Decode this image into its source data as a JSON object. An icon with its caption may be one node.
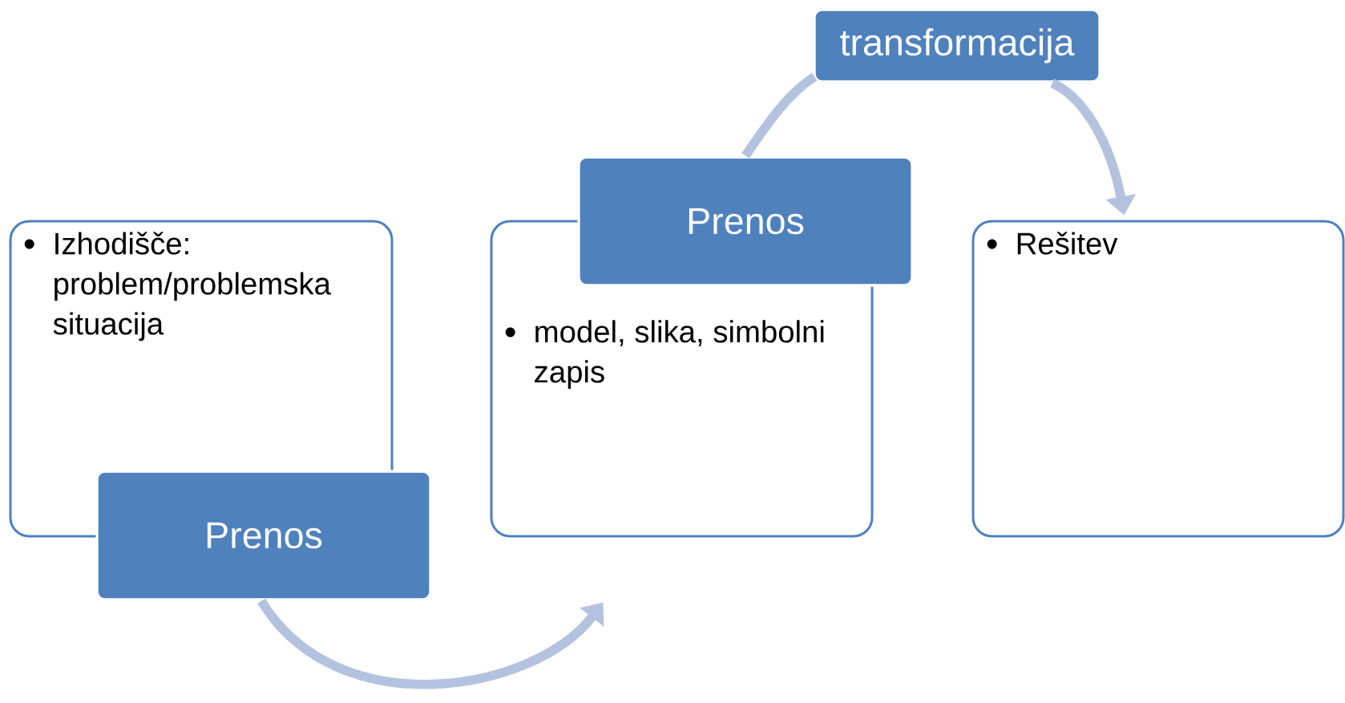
{
  "diagram": {
    "nodes": [
      {
        "text": [
          "Izhodišče: problem/problemska situacija"
        ]
      },
      {
        "text": [
          "Prenos"
        ]
      },
      {
        "text": [
          "model, slika, simbolni zapis"
        ]
      },
      {
        "text": [
          "Prenos"
        ]
      },
      {
        "text": [
          "Rešitev"
        ]
      },
      {
        "text": [
          "transformacija"
        ]
      }
    ],
    "edges": [
      {
        "from": 1,
        "to": 2,
        "arrow": "to"
      },
      {
        "from": 3,
        "to": 5,
        "arrow": "none"
      },
      {
        "from": 5,
        "to": 4,
        "arrow": "to"
      }
    ]
  }
}
